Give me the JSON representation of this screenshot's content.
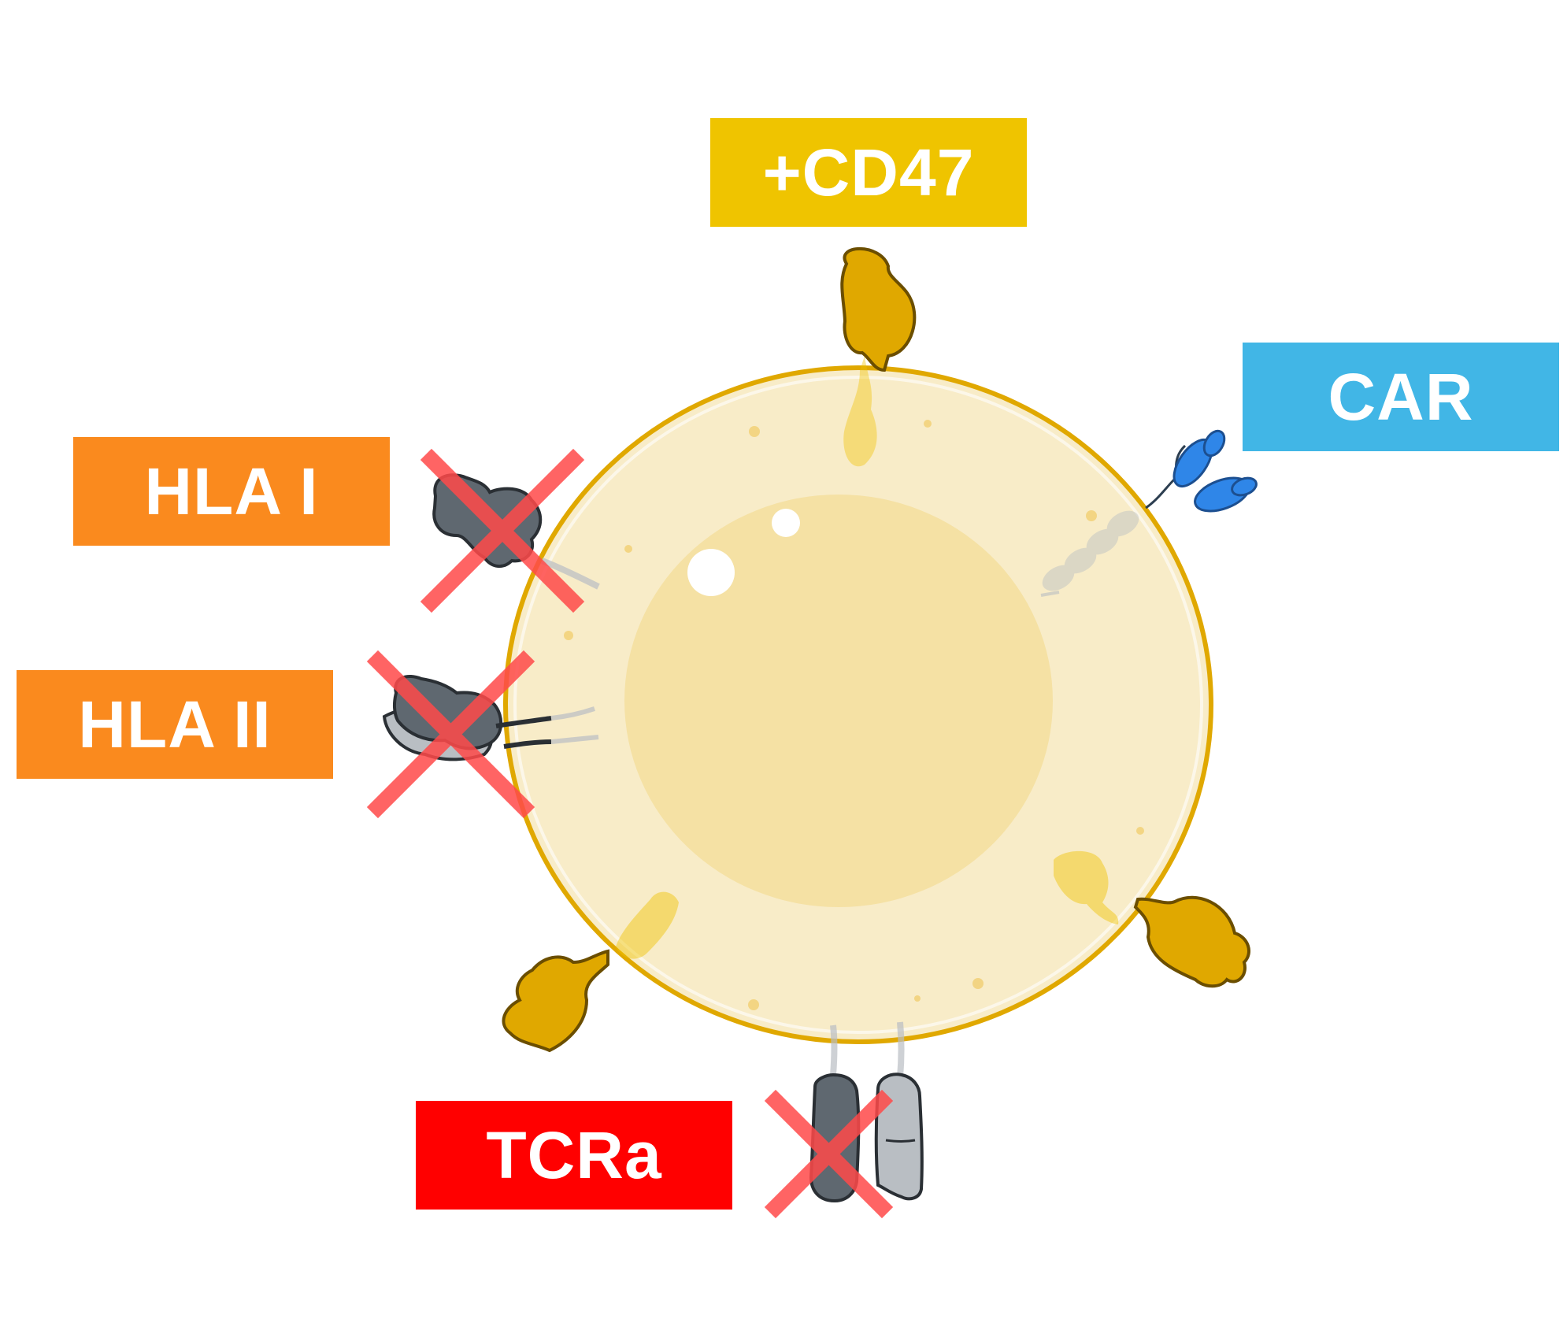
{
  "labels": {
    "cd47": "+CD47",
    "car": "CAR",
    "hla1": "HLA I",
    "hla2": "HLA II",
    "tcra": "TCRa"
  },
  "colors": {
    "cd47_label": "#efc400",
    "car_label": "#41b6e6",
    "hla_label": "#fa8a1e",
    "tcra_label": "#ff0000",
    "cell_fill": "#f8ecc8",
    "cell_outline": "#e0a800",
    "nucleus_fill": "#f5e1a4",
    "cd47_protein": "#e0a800",
    "car_protein": "#2f86e8",
    "hla_dark": "#5f6870",
    "hla_light": "#b9bec3",
    "knockout_cross": "#ff4a4a"
  },
  "icons": {
    "knockout": "cross-icon"
  }
}
